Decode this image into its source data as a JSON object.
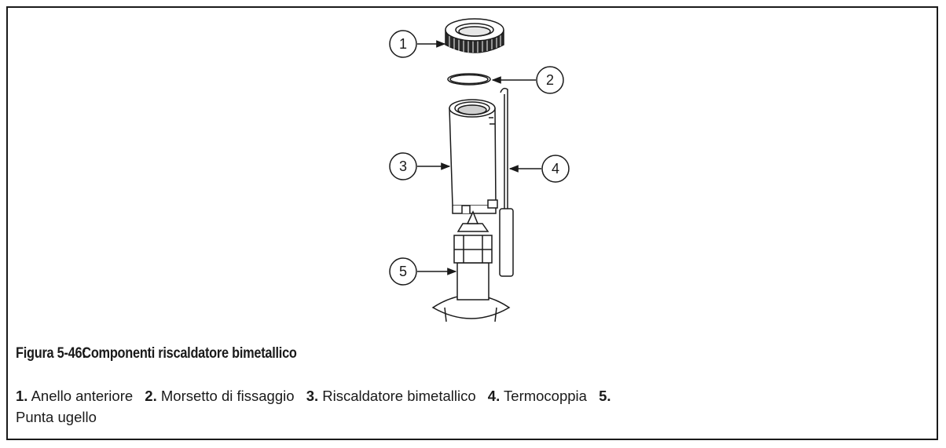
{
  "figure": {
    "callouts": [
      "1",
      "2",
      "3",
      "4",
      "5"
    ],
    "caption_number": "Figura 5-46:",
    "caption_title": "Componenti riscaldatore bimetallico",
    "legend": [
      {
        "num": "1.",
        "label": "Anello anteriore"
      },
      {
        "num": "2.",
        "label": "Morsetto di fissaggio"
      },
      {
        "num": "3.",
        "label": "Riscaldatore bimetallico"
      },
      {
        "num": "4.",
        "label": "Termocoppia"
      },
      {
        "num": "5.",
        "label": "Punta ugello"
      }
    ]
  },
  "colors": {
    "line": "#1a1a1a",
    "fill": "#ffffff",
    "shade": "#bdbdbd"
  }
}
